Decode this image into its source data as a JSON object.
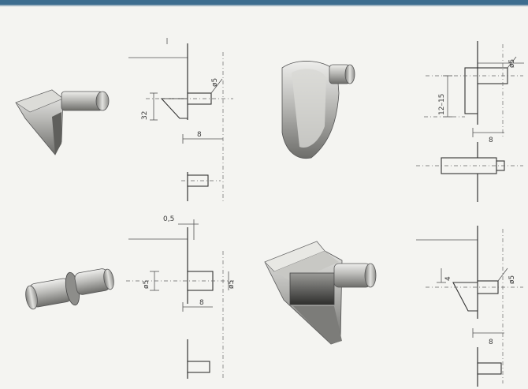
{
  "header": {
    "accent_color": "#3d6d8f"
  },
  "panels": [
    {
      "id": "top-left",
      "dimensions": {
        "height": "32",
        "diameter": "ø5",
        "length": "8"
      }
    },
    {
      "id": "top-right",
      "dimensions": {
        "range": "12–15",
        "diameter": "ø5",
        "length": "8"
      }
    },
    {
      "id": "bottom-left",
      "dimensions": {
        "gap": "0,5",
        "diameter_left": "ø5",
        "diameter_right": "ø5",
        "length": "8"
      }
    },
    {
      "id": "bottom-right",
      "dimensions": {
        "height": "4",
        "diameter": "ø5",
        "length": "8"
      }
    }
  ]
}
